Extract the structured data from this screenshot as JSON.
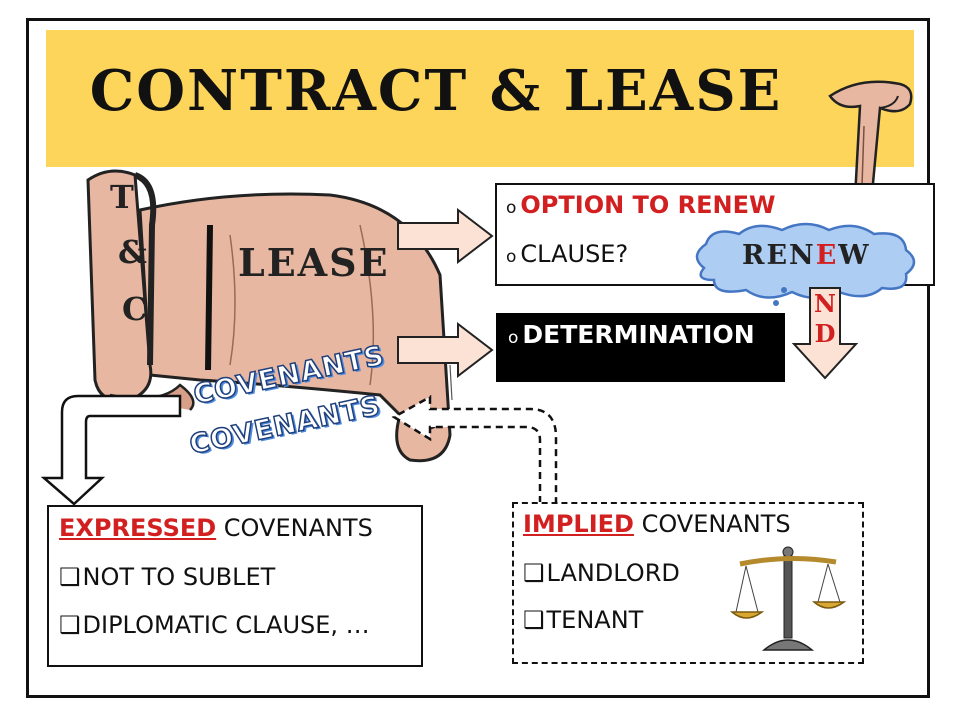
{
  "title": "CONTRACT & LEASE",
  "scroll": {
    "side_letters": [
      "T",
      "&",
      "C"
    ],
    "label": "LEASE"
  },
  "covenants_words": [
    "COVENANTS",
    "COVENANTS"
  ],
  "option_box": {
    "bullet": "o",
    "line1": "OPTION TO RENEW",
    "line2": "CLAUSE?"
  },
  "cloud": {
    "prefix": "REN",
    "highlight": "E",
    "suffix": "W",
    "down_letters": [
      "N",
      "D"
    ]
  },
  "determination_box": {
    "bullet": "o",
    "label": "DETERMINATION"
  },
  "expressed": {
    "heading_em": "EXPRESSED",
    "heading_rest": " COVENANTS",
    "items": [
      "NOT TO SUBLET",
      "DIPLOMATIC CLAUSE, …"
    ]
  },
  "implied": {
    "heading_em": "IMPLIED",
    "heading_rest": " COVENANTS",
    "items": [
      "LANDLORD",
      "TENANT"
    ]
  },
  "checkbox_glyph": "❑",
  "colors": {
    "banner": "#fcd55a",
    "parchment": "#e7b7a2",
    "accent_red": "#d22020",
    "arrow_fill": "#fbe2d5",
    "cloud_fill": "#aecdf3",
    "cloud_stroke": "#4576c4"
  },
  "icons": [
    "scroll-icon",
    "small-scroll-icon",
    "scales-of-justice-icon",
    "thought-cloud-icon"
  ]
}
